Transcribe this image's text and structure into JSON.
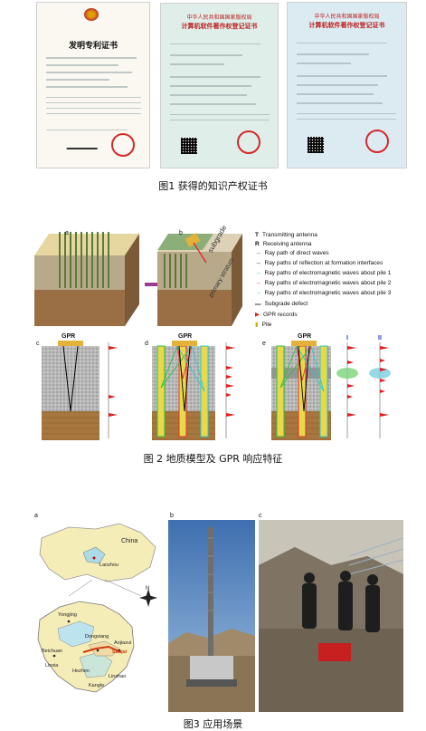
{
  "fig1": {
    "caption": "图1 获得的知识产权证书",
    "patent": {
      "title": "发明专利证书"
    },
    "software1": {
      "org": "中华人民共和国国家版权局",
      "title": "计算机软件著作权登记证书"
    },
    "software2": {
      "org": "中华人民共和国国家版权局",
      "title": "计算机软件著作权登记证书"
    }
  },
  "fig2": {
    "caption": "图 2 地质模型及 GPR 响应特征",
    "panels": {
      "a": "a",
      "b": "b",
      "c": "c",
      "d": "d",
      "e": "e"
    },
    "labels": {
      "subgrade": "subgrade",
      "primary_stratum": "primary stratum",
      "gpr": "GPR",
      "I": "I",
      "II": "II"
    },
    "legend": [
      {
        "symbol": "T",
        "text": "Transmitting antenna",
        "color": "#000000"
      },
      {
        "symbol": "R",
        "text": "Receiving antenna",
        "color": "#000000"
      },
      {
        "symbol": "→",
        "text": "Ray path of direct waves",
        "color": "#1f3fbf"
      },
      {
        "symbol": "→",
        "text": "Ray paths of reflection at formation interfaces",
        "color": "#000000"
      },
      {
        "symbol": "→",
        "text": "Ray paths of electromagnetic waves about pile 1",
        "color": "#2fbf3a"
      },
      {
        "symbol": "→",
        "text": "Ray paths of electromagnetic waves about pile 2",
        "color": "#e03030"
      },
      {
        "symbol": "→",
        "text": "Ray paths of electromagnetic waves about pile 3",
        "color": "#30c8c8"
      },
      {
        "symbol": "▬",
        "text": "Subgrade defect",
        "color": "#9a9a9a"
      },
      {
        "symbol": "▶",
        "text": "GPR records",
        "color": "#e02020"
      },
      {
        "symbol": "▮",
        "text": "Pile",
        "color": "#e8d84a"
      }
    ]
  },
  "fig3": {
    "caption": "图3 应用场景",
    "panels": {
      "a": "a",
      "b": "b",
      "c": "c"
    },
    "map": {
      "country": "China",
      "capital": "Lanzhou",
      "places": [
        "Yongjing",
        "Dongxiang",
        "Anjiazui",
        "Beichuan",
        "Sanjai",
        "Linxia",
        "Hezhen",
        "Kangle",
        "Linzhao"
      ],
      "north": "N"
    }
  }
}
